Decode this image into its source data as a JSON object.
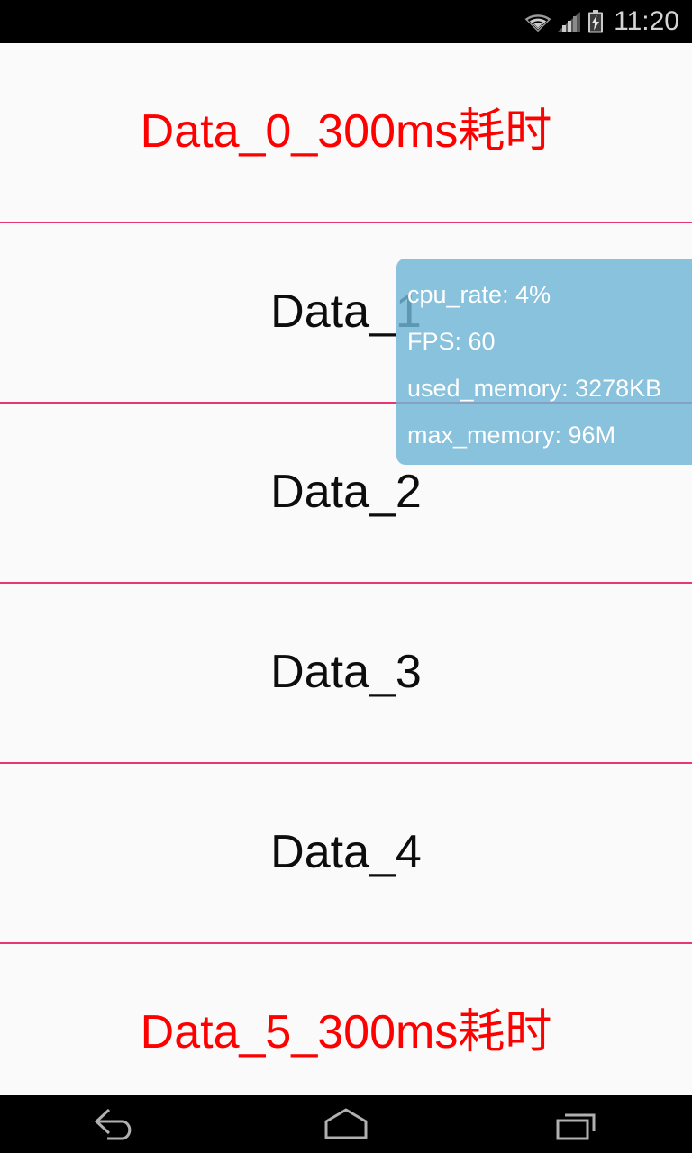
{
  "status_bar": {
    "time": "11:20",
    "icons": [
      "wifi-icon",
      "cellular-signal-icon",
      "battery-charging-icon"
    ]
  },
  "list": {
    "divider_color": "#e8376f",
    "background": "#fafafa",
    "normal_text_color": "#0d0d0d",
    "slow_text_color": "#ff0000",
    "rows": [
      {
        "label": "Data_0_300ms耗时",
        "slow": true
      },
      {
        "label": "Data_1",
        "slow": false
      },
      {
        "label": "Data_2",
        "slow": false
      },
      {
        "label": "Data_3",
        "slow": false
      },
      {
        "label": "Data_4",
        "slow": false
      },
      {
        "label": "Data_5_300ms耗时",
        "slow": true
      }
    ]
  },
  "perf_overlay": {
    "background": "#70b6d5",
    "text_color": "#ffffff",
    "lines": [
      "cpu_rate: 4%",
      "FPS: 60",
      "used_memory: 3278KB",
      "max_memory: 96M"
    ],
    "metrics": {
      "cpu_rate": "4%",
      "fps": "60",
      "used_memory": "3278KB",
      "max_memory": "96M"
    }
  },
  "nav_bar": {
    "buttons": [
      "back-button",
      "home-button",
      "recents-button"
    ]
  }
}
